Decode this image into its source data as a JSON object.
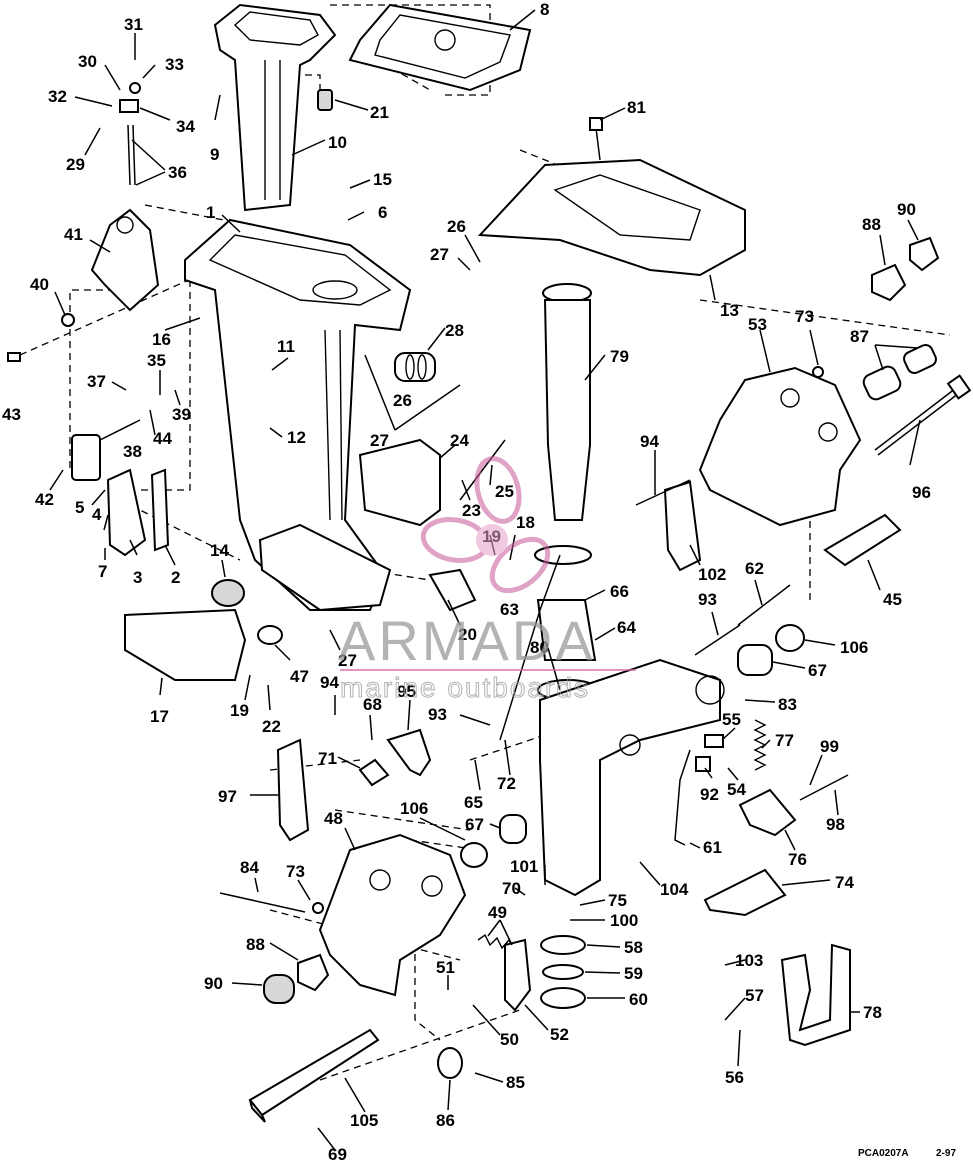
{
  "watermark": {
    "brand": "ARMADA",
    "tagline": "marine outboards"
  },
  "reference_code": "PCA0207A",
  "reference_date": "2-97",
  "callouts": [
    "1",
    "2",
    "3",
    "4",
    "5",
    "6",
    "7",
    "8",
    "9",
    "10",
    "11",
    "12",
    "13",
    "14",
    "15",
    "16",
    "17",
    "18",
    "19",
    "20",
    "21",
    "22",
    "23",
    "24",
    "25",
    "26",
    "27",
    "28",
    "29",
    "30",
    "31",
    "32",
    "33",
    "34",
    "35",
    "36",
    "37",
    "38",
    "39",
    "40",
    "41",
    "42",
    "43",
    "44",
    "45",
    "47",
    "48",
    "49",
    "50",
    "51",
    "52",
    "53",
    "54",
    "55",
    "56",
    "57",
    "58",
    "59",
    "60",
    "61",
    "62",
    "63",
    "64",
    "65",
    "66",
    "67",
    "68",
    "69",
    "70",
    "71",
    "72",
    "73",
    "74",
    "75",
    "76",
    "77",
    "78",
    "79",
    "80",
    "81",
    "83",
    "84",
    "85",
    "86",
    "87",
    "88",
    "90",
    "92",
    "93",
    "94",
    "95",
    "96",
    "97",
    "98",
    "99",
    "100",
    "101",
    "102",
    "103",
    "104",
    "105",
    "106"
  ],
  "labels": [
    {
      "id": "31",
      "text": "31"
    },
    {
      "id": "30",
      "text": "30"
    },
    {
      "id": "33",
      "text": "33"
    },
    {
      "id": "32",
      "text": "32"
    },
    {
      "id": "34",
      "text": "34"
    },
    {
      "id": "29",
      "text": "29"
    },
    {
      "id": "36",
      "text": "36"
    },
    {
      "id": "41",
      "text": "41"
    },
    {
      "id": "40",
      "text": "40"
    },
    {
      "id": "43",
      "text": "43"
    },
    {
      "id": "16",
      "text": "16"
    },
    {
      "id": "35",
      "text": "35"
    },
    {
      "id": "37",
      "text": "37"
    },
    {
      "id": "39",
      "text": "39"
    },
    {
      "id": "44",
      "text": "44"
    },
    {
      "id": "38",
      "text": "38"
    },
    {
      "id": "42",
      "text": "42"
    },
    {
      "id": "5",
      "text": "5"
    },
    {
      "id": "4",
      "text": "4"
    },
    {
      "id": "7",
      "text": "7"
    },
    {
      "id": "3",
      "text": "3"
    },
    {
      "id": "2",
      "text": "2"
    },
    {
      "id": "14",
      "text": "14"
    },
    {
      "id": "17",
      "text": "17"
    },
    {
      "id": "9",
      "text": "9"
    },
    {
      "id": "10",
      "text": "10"
    },
    {
      "id": "21",
      "text": "21"
    },
    {
      "id": "8",
      "text": "8"
    },
    {
      "id": "1",
      "text": "1"
    },
    {
      "id": "15",
      "text": "15"
    },
    {
      "id": "6",
      "text": "6"
    },
    {
      "id": "11",
      "text": "11"
    },
    {
      "id": "12",
      "text": "12"
    },
    {
      "id": "28",
      "text": "28"
    },
    {
      "id": "26a",
      "text": "26"
    },
    {
      "id": "27a",
      "text": "27"
    },
    {
      "id": "24",
      "text": "24"
    },
    {
      "id": "25",
      "text": "25"
    },
    {
      "id": "23",
      "text": "23"
    },
    {
      "id": "19a",
      "text": "19"
    },
    {
      "id": "18",
      "text": "18"
    },
    {
      "id": "20",
      "text": "20"
    },
    {
      "id": "27b",
      "text": "27"
    },
    {
      "id": "47",
      "text": "47"
    },
    {
      "id": "19b",
      "text": "19"
    },
    {
      "id": "22",
      "text": "22"
    },
    {
      "id": "81",
      "text": "81"
    },
    {
      "id": "26b",
      "text": "26"
    },
    {
      "id": "27c",
      "text": "27"
    },
    {
      "id": "13",
      "text": "13"
    },
    {
      "id": "79",
      "text": "79"
    },
    {
      "id": "88a",
      "text": "88"
    },
    {
      "id": "90a",
      "text": "90"
    },
    {
      "id": "53",
      "text": "53"
    },
    {
      "id": "73a",
      "text": "73"
    },
    {
      "id": "87",
      "text": "87"
    },
    {
      "id": "94a",
      "text": "94"
    },
    {
      "id": "96",
      "text": "96"
    },
    {
      "id": "102",
      "text": "102"
    },
    {
      "id": "62",
      "text": "62"
    },
    {
      "id": "45",
      "text": "45"
    },
    {
      "id": "66",
      "text": "66"
    },
    {
      "id": "63",
      "text": "63"
    },
    {
      "id": "64",
      "text": "64"
    },
    {
      "id": "80",
      "text": "80"
    },
    {
      "id": "93a",
      "text": "93"
    },
    {
      "id": "106a",
      "text": "106"
    },
    {
      "id": "67a",
      "text": "67"
    },
    {
      "id": "83",
      "text": "83"
    },
    {
      "id": "55",
      "text": "55"
    },
    {
      "id": "77",
      "text": "77"
    },
    {
      "id": "92",
      "text": "92"
    },
    {
      "id": "54",
      "text": "54"
    },
    {
      "id": "99",
      "text": "99"
    },
    {
      "id": "98",
      "text": "98"
    },
    {
      "id": "61",
      "text": "61"
    },
    {
      "id": "76",
      "text": "76"
    },
    {
      "id": "74",
      "text": "74"
    },
    {
      "id": "104",
      "text": "104"
    },
    {
      "id": "94b",
      "text": "94"
    },
    {
      "id": "68",
      "text": "68"
    },
    {
      "id": "95",
      "text": "95"
    },
    {
      "id": "93b",
      "text": "93"
    },
    {
      "id": "71",
      "text": "71"
    },
    {
      "id": "72",
      "text": "72"
    },
    {
      "id": "65",
      "text": "65"
    },
    {
      "id": "97",
      "text": "97"
    },
    {
      "id": "106b",
      "text": "106"
    },
    {
      "id": "67b",
      "text": "67"
    },
    {
      "id": "48",
      "text": "48"
    },
    {
      "id": "101",
      "text": "101"
    },
    {
      "id": "70",
      "text": "70"
    },
    {
      "id": "75",
      "text": "75"
    },
    {
      "id": "100",
      "text": "100"
    },
    {
      "id": "49",
      "text": "49"
    },
    {
      "id": "58",
      "text": "58"
    },
    {
      "id": "59",
      "text": "59"
    },
    {
      "id": "60",
      "text": "60"
    },
    {
      "id": "84",
      "text": "84"
    },
    {
      "id": "73b",
      "text": "73"
    },
    {
      "id": "88b",
      "text": "88"
    },
    {
      "id": "90b",
      "text": "90"
    },
    {
      "id": "51",
      "text": "51"
    },
    {
      "id": "50",
      "text": "50"
    },
    {
      "id": "52",
      "text": "52"
    },
    {
      "id": "103",
      "text": "103"
    },
    {
      "id": "57",
      "text": "57"
    },
    {
      "id": "56",
      "text": "56"
    },
    {
      "id": "78",
      "text": "78"
    },
    {
      "id": "85",
      "text": "85"
    },
    {
      "id": "86",
      "text": "86"
    },
    {
      "id": "105",
      "text": "105"
    },
    {
      "id": "69",
      "text": "69"
    }
  ]
}
